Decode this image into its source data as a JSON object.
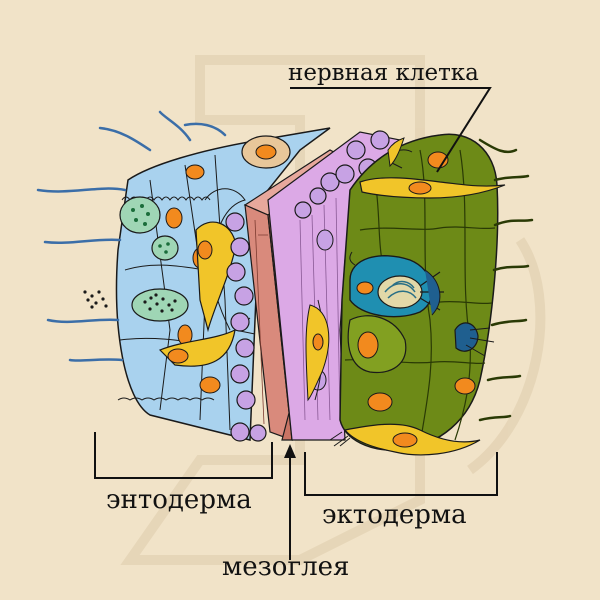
{
  "labels": {
    "nerve_cell": "нервная клетка",
    "endoderm": "энтодерма",
    "ectoderm": "эктодерма",
    "mesoglea": "мезоглея"
  },
  "colors": {
    "background": "#f1e3c8",
    "endoderm": "#a9d2ee",
    "mesoglea": "#dca9e6",
    "mesoglea_band": "#d98a7c",
    "ectoderm": "#6d8a17",
    "ectoderm_light": "#82a021",
    "nucleus": "#f28a1e",
    "nerve_cell": "#f1c529",
    "digestive_cell": "#9fd6b5",
    "stinging_cell": "#1f8fb1",
    "interstitial_cell": "#c7a2e4"
  }
}
